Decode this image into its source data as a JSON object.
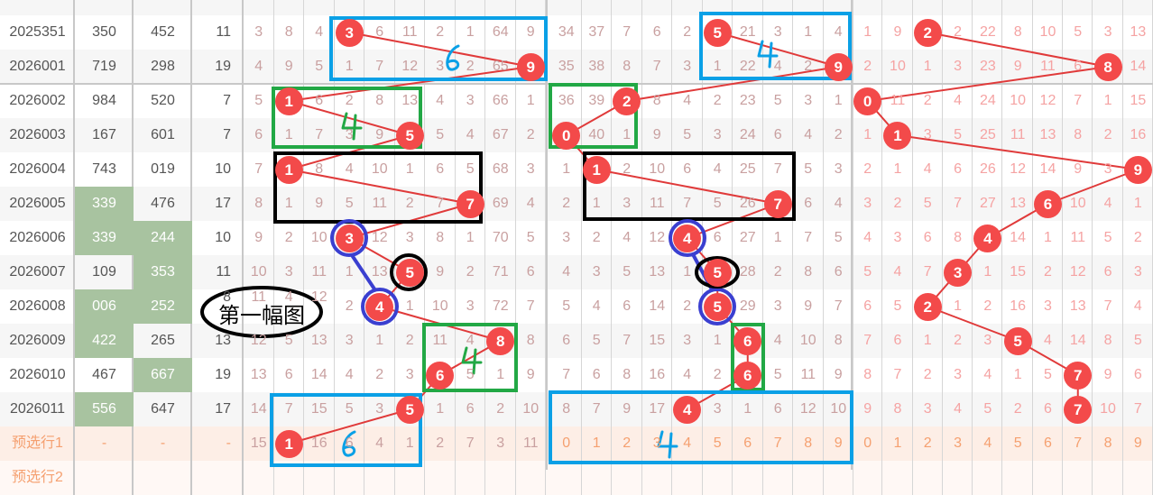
{
  "colors": {
    "ball": "#f34a4a",
    "line": "#e03a3a",
    "highlight": "#a8c3a0",
    "annot_blue": "#0aa0e6",
    "annot_green": "#22a845",
    "annot_black": "#000000",
    "annot_circle": "#3a3fd0"
  },
  "rows": [
    {
      "period": "2025351",
      "a": "350",
      "b": "452",
      "c": "11",
      "ga": false,
      "gb": false,
      "s1": [
        "3",
        "8",
        "4",
        "3",
        "6",
        "11",
        "2",
        "1",
        "64",
        "9"
      ],
      "b1": 3,
      "s2": [
        "34",
        "37",
        "7",
        "6",
        "2",
        "5",
        "21",
        "3",
        "1",
        "4"
      ],
      "b2": 5,
      "s3": [
        "1",
        "9",
        "2",
        "2",
        "22",
        "8",
        "10",
        "5",
        "3",
        "13"
      ],
      "b3": 2
    },
    {
      "period": "2026001",
      "a": "719",
      "b": "298",
      "c": "19",
      "ga": false,
      "gb": false,
      "s1": [
        "4",
        "9",
        "5",
        "1",
        "7",
        "12",
        "3",
        "2",
        "65",
        "9"
      ],
      "b1": 9,
      "s2": [
        "35",
        "38",
        "8",
        "7",
        "3",
        "1",
        "22",
        "4",
        "2",
        "9"
      ],
      "b2": 9,
      "s3": [
        "2",
        "10",
        "1",
        "3",
        "23",
        "9",
        "11",
        "6",
        "8",
        "14"
      ],
      "b3": 8
    },
    {
      "period": "2026002",
      "a": "984",
      "b": "520",
      "c": "7",
      "ga": false,
      "gb": false,
      "s1": [
        "5",
        "1",
        "6",
        "2",
        "8",
        "13",
        "4",
        "3",
        "66",
        "1"
      ],
      "b1": 1,
      "s2": [
        "36",
        "39",
        "2",
        "8",
        "4",
        "2",
        "23",
        "5",
        "3",
        "1"
      ],
      "b2": 2,
      "s3": [
        "0",
        "11",
        "2",
        "4",
        "24",
        "10",
        "12",
        "7",
        "1",
        "15"
      ],
      "b3": 0
    },
    {
      "period": "2026003",
      "a": "167",
      "b": "601",
      "c": "7",
      "ga": false,
      "gb": false,
      "s1": [
        "6",
        "1",
        "7",
        "3",
        "9",
        "5",
        "5",
        "4",
        "67",
        "2"
      ],
      "b1": 5,
      "s2": [
        "0",
        "40",
        "1",
        "9",
        "5",
        "3",
        "24",
        "6",
        "4",
        "2"
      ],
      "b2": 0,
      "s3": [
        "1",
        "1",
        "3",
        "5",
        "25",
        "11",
        "13",
        "8",
        "2",
        "16"
      ],
      "b3": 1
    },
    {
      "period": "2026004",
      "a": "743",
      "b": "019",
      "c": "10",
      "ga": false,
      "gb": false,
      "s1": [
        "7",
        "1",
        "8",
        "4",
        "10",
        "1",
        "6",
        "5",
        "68",
        "3"
      ],
      "b1": 1,
      "s2": [
        "1",
        "1",
        "2",
        "10",
        "6",
        "4",
        "25",
        "7",
        "5",
        "3"
      ],
      "b2": 1,
      "s3": [
        "2",
        "1",
        "4",
        "6",
        "26",
        "12",
        "14",
        "9",
        "3",
        "9"
      ],
      "b3": 9
    },
    {
      "period": "2026005",
      "a": "339",
      "b": "476",
      "c": "17",
      "ga": true,
      "gb": false,
      "s1": [
        "8",
        "1",
        "9",
        "5",
        "11",
        "2",
        "7",
        "7",
        "69",
        "4"
      ],
      "b1": 7,
      "s2": [
        "2",
        "1",
        "3",
        "11",
        "7",
        "5",
        "26",
        "7",
        "6",
        "4"
      ],
      "b2": 7,
      "s3": [
        "3",
        "2",
        "5",
        "7",
        "27",
        "13",
        "6",
        "10",
        "4",
        "1"
      ],
      "b3": 6
    },
    {
      "period": "2026006",
      "a": "339",
      "b": "244",
      "c": "10",
      "ga": true,
      "gb": true,
      "s1": [
        "9",
        "2",
        "10",
        "3",
        "12",
        "3",
        "8",
        "1",
        "70",
        "5"
      ],
      "b1": 3,
      "s2": [
        "3",
        "2",
        "4",
        "12",
        "4",
        "6",
        "27",
        "1",
        "7",
        "5"
      ],
      "b2": 4,
      "s3": [
        "4",
        "3",
        "6",
        "8",
        "4",
        "14",
        "1",
        "11",
        "5",
        "2"
      ],
      "b3": 4
    },
    {
      "period": "2026007",
      "a": "109",
      "b": "353",
      "c": "11",
      "ga": false,
      "gb": true,
      "s1": [
        "10",
        "3",
        "11",
        "1",
        "13",
        "5",
        "9",
        "2",
        "71",
        "6"
      ],
      "b1": 5,
      "s2": [
        "4",
        "3",
        "5",
        "13",
        "1",
        "5",
        "28",
        "2",
        "8",
        "6"
      ],
      "b2": 5,
      "s3": [
        "5",
        "4",
        "7",
        "3",
        "1",
        "15",
        "2",
        "12",
        "6",
        "3"
      ],
      "b3": 3
    },
    {
      "period": "2026008",
      "a": "006",
      "b": "252",
      "c": "8",
      "ga": true,
      "gb": true,
      "s1": [
        "11",
        "4",
        "12",
        "2",
        "4",
        "1",
        "10",
        "3",
        "72",
        "7"
      ],
      "b1": 4,
      "s2": [
        "5",
        "4",
        "6",
        "14",
        "2",
        "5",
        "29",
        "3",
        "9",
        "7"
      ],
      "b2": 5,
      "s3": [
        "6",
        "5",
        "2",
        "1",
        "2",
        "16",
        "3",
        "13",
        "7",
        "4"
      ],
      "b3": 2
    },
    {
      "period": "2026009",
      "a": "422",
      "b": "265",
      "c": "13",
      "ga": true,
      "gb": false,
      "s1": [
        "12",
        "5",
        "13",
        "3",
        "1",
        "2",
        "11",
        "4",
        "8",
        "8"
      ],
      "b1": 8,
      "s2": [
        "6",
        "5",
        "7",
        "15",
        "3",
        "1",
        "6",
        "4",
        "10",
        "8"
      ],
      "b2": 6,
      "s3": [
        "7",
        "6",
        "1",
        "2",
        "3",
        "5",
        "4",
        "14",
        "8",
        "5"
      ],
      "b3": 5
    },
    {
      "period": "2026010",
      "a": "467",
      "b": "667",
      "c": "19",
      "ga": false,
      "gb": true,
      "s1": [
        "13",
        "6",
        "14",
        "4",
        "2",
        "3",
        "6",
        "5",
        "1",
        "9"
      ],
      "b1": 6,
      "s2": [
        "7",
        "6",
        "8",
        "16",
        "4",
        "2",
        "6",
        "5",
        "11",
        "9"
      ],
      "b2": 6,
      "s3": [
        "8",
        "7",
        "2",
        "3",
        "4",
        "1",
        "5",
        "7",
        "9",
        "6"
      ],
      "b3": 7
    },
    {
      "period": "2026011",
      "a": "556",
      "b": "647",
      "c": "17",
      "ga": true,
      "gb": false,
      "s1": [
        "14",
        "7",
        "15",
        "5",
        "3",
        "5",
        "1",
        "6",
        "2",
        "10"
      ],
      "b1": 5,
      "s2": [
        "8",
        "7",
        "9",
        "17",
        "4",
        "3",
        "1",
        "6",
        "12",
        "10"
      ],
      "b2": 4,
      "s3": [
        "9",
        "8",
        "3",
        "4",
        "5",
        "2",
        "6",
        "7",
        "10",
        "7"
      ],
      "b3": 7
    }
  ],
  "preset1": {
    "label": "预选行1",
    "a": "-",
    "b": "-",
    "c": "-",
    "s1": [
      "15",
      "1",
      "16",
      "6",
      "4",
      "1",
      "2",
      "7",
      "3",
      "11"
    ],
    "b1": 1,
    "s2": [
      "0",
      "1",
      "2",
      "3",
      "4",
      "5",
      "6",
      "7",
      "8",
      "9"
    ],
    "s3": [
      "0",
      "1",
      "2",
      "3",
      "4",
      "5",
      "6",
      "7",
      "8",
      "9"
    ]
  },
  "preset2": {
    "label": "预选行2"
  },
  "annotations": {
    "oval_text": "第一幅图",
    "n1": "6",
    "n2": "4",
    "n3": "4",
    "n4": "6",
    "n5": "4",
    "n6": "4"
  }
}
